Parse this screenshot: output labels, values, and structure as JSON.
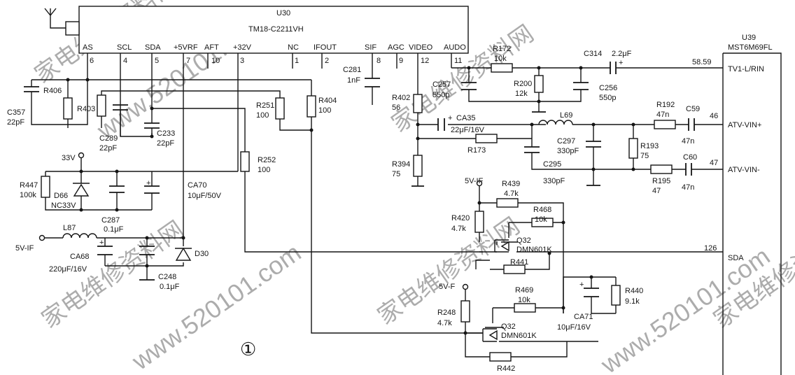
{
  "ic_u30": {
    "ref": "U30",
    "part": "TM18-C2211VH",
    "pins": [
      {
        "name": "AS",
        "num": "6"
      },
      {
        "name": "SCL",
        "num": "4"
      },
      {
        "name": "SDA",
        "num": "5"
      },
      {
        "name": "+5VRF",
        "num": "7"
      },
      {
        "name": "AFT",
        "num": "10"
      },
      {
        "name": "+32V",
        "num": "3"
      },
      {
        "name": "NC",
        "num": "1"
      },
      {
        "name": "IFOUT",
        "num": "2"
      },
      {
        "name": "SIF",
        "num": "8"
      },
      {
        "name": "AGC",
        "num": "9"
      },
      {
        "name": "VIDEO",
        "num": "12"
      },
      {
        "name": "AUDO",
        "num": "11"
      }
    ]
  },
  "ic_u39": {
    "ref": "U39",
    "part": "MST6M69FL",
    "pins": [
      {
        "name": "TV1-L/RIN",
        "num": "58.59"
      },
      {
        "name": "ATV-VIN+",
        "num": "46"
      },
      {
        "name": "ATV-VIN-",
        "num": "47"
      },
      {
        "name": "SDA",
        "num": "126"
      }
    ]
  },
  "components": {
    "r406": {
      "ref": "R406"
    },
    "c357": {
      "ref": "C357",
      "value": "22pF"
    },
    "r403": {
      "ref": "R403"
    },
    "c289": {
      "ref": "C289",
      "value": "22pF"
    },
    "c233": {
      "ref": "C233",
      "value": "22pF"
    },
    "r251": {
      "ref": "R251",
      "value": "100"
    },
    "r404": {
      "ref": "R404",
      "value": "100"
    },
    "r252": {
      "ref": "R252",
      "value": "100"
    },
    "c281": {
      "ref": "C281",
      "value": "1nF"
    },
    "r402": {
      "ref": "R402",
      "value": "56"
    },
    "r394": {
      "ref": "R394",
      "value": "75"
    },
    "r172": {
      "ref": "R172",
      "value": "10k"
    },
    "r200": {
      "ref": "R200",
      "value": "12k"
    },
    "c257": {
      "ref": "C257",
      "value": "550p"
    },
    "c256": {
      "ref": "C256",
      "value": "550p"
    },
    "c314": {
      "ref": "C314",
      "value": "2.2μF"
    },
    "ca35": {
      "ref": "CA35",
      "value": "22μF/16V"
    },
    "r173": {
      "ref": "R173"
    },
    "l69": {
      "ref": "L69"
    },
    "c297": {
      "ref": "C297",
      "value": "330pF"
    },
    "c295": {
      "ref": "C295",
      "value": "330pF"
    },
    "r192": {
      "ref": "R192",
      "value": "47n"
    },
    "c59": {
      "ref": "C59",
      "value": "47n"
    },
    "r193": {
      "ref": "R193",
      "value": "75"
    },
    "r195": {
      "ref": "R195",
      "value": "47"
    },
    "c60": {
      "ref": "C60",
      "value": "47n"
    },
    "r447": {
      "ref": "R447",
      "value": "100k"
    },
    "d66": {
      "ref": "D66",
      "value": "NC33V"
    },
    "c287": {
      "ref": "C287",
      "value": "0.1μF"
    },
    "ca70": {
      "ref": "CA70",
      "value": "10μF/50V"
    },
    "l87": {
      "ref": "L87"
    },
    "ca68": {
      "ref": "CA68",
      "value": "220μF/16V"
    },
    "c248": {
      "ref": "C248",
      "value": "0.1μF"
    },
    "d30": {
      "ref": "D30"
    },
    "r439": {
      "ref": "R439",
      "value": "4.7k"
    },
    "r420": {
      "ref": "R420",
      "value": "4.7k"
    },
    "r468": {
      "ref": "R468",
      "value": "10k"
    },
    "q32a": {
      "ref": "Q32",
      "value": "DMN601K"
    },
    "r441": {
      "ref": "R441"
    },
    "r469": {
      "ref": "R469",
      "value": "10k"
    },
    "r248": {
      "ref": "R248",
      "value": "4.7k"
    },
    "q32b": {
      "ref": "Q32",
      "value": "DMN601K"
    },
    "r442": {
      "ref": "R442"
    },
    "r440": {
      "ref": "R440",
      "value": "9.1k"
    },
    "ca71": {
      "ref": "CA71",
      "value": "10μF/16V"
    }
  },
  "supplies": {
    "v33": "33V",
    "v5if_left": "5V-IF",
    "v5if_right": "5V-IF",
    "v5f": "5V-F"
  },
  "figure_marker": "①",
  "watermarks": [
    "家电维修资料网",
    "www.520101.com"
  ]
}
